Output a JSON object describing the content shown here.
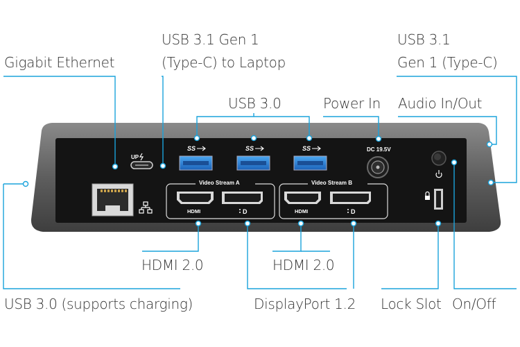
{
  "labels": {
    "gigabit_ethernet": "Gigabit Ethernet",
    "usb31_laptop_line1": "USB 3.1 Gen 1",
    "usb31_laptop_line2": "(Type-C) to Laptop",
    "usb31_typec_line1": "USB 3.1",
    "usb31_typec_line2": "Gen 1 (Type-C)",
    "usb30": "USB 3.0",
    "power_in": "Power In",
    "audio": "Audio In/Out",
    "hdmi_a": "HDMI 2.0",
    "hdmi_b": "HDMI 2.0",
    "usb30_charging": "USB 3.0 (supports charging)",
    "displayport": "DisplayPort 1.2",
    "lock_slot": "Lock Slot",
    "on_off": "On/Off"
  },
  "panel_text": {
    "up_mark": "UP",
    "dc_rating": "DC 19.5V",
    "stream_a": "Video Stream A",
    "stream_b": "Video Stream B",
    "hdmi_a": "HDMI",
    "hdmi_b": "HDMI",
    "dp_a": "D",
    "dp_b": "D",
    "usb_logo": "SS"
  },
  "colors": {
    "leader": "#1aa3dc",
    "usb3_port": "#2a7fd4",
    "shell": "#6b6b6b",
    "panel": "#141414"
  }
}
